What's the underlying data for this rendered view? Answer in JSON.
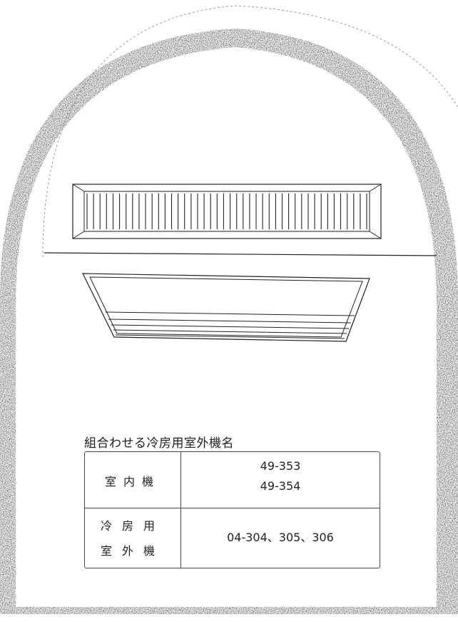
{
  "caption": "組合わせる冷房用室外機名",
  "combination_table": {
    "rows": [
      {
        "label": "室内機",
        "values": [
          "49-353",
          "49-354"
        ]
      },
      {
        "label_lines": [
          "冷房用",
          "室外機"
        ],
        "values": [
          "04-304、305、306"
        ]
      }
    ]
  },
  "colors": {
    "ink": "#222222",
    "shade": "#333333",
    "paper": "#ffffff"
  }
}
